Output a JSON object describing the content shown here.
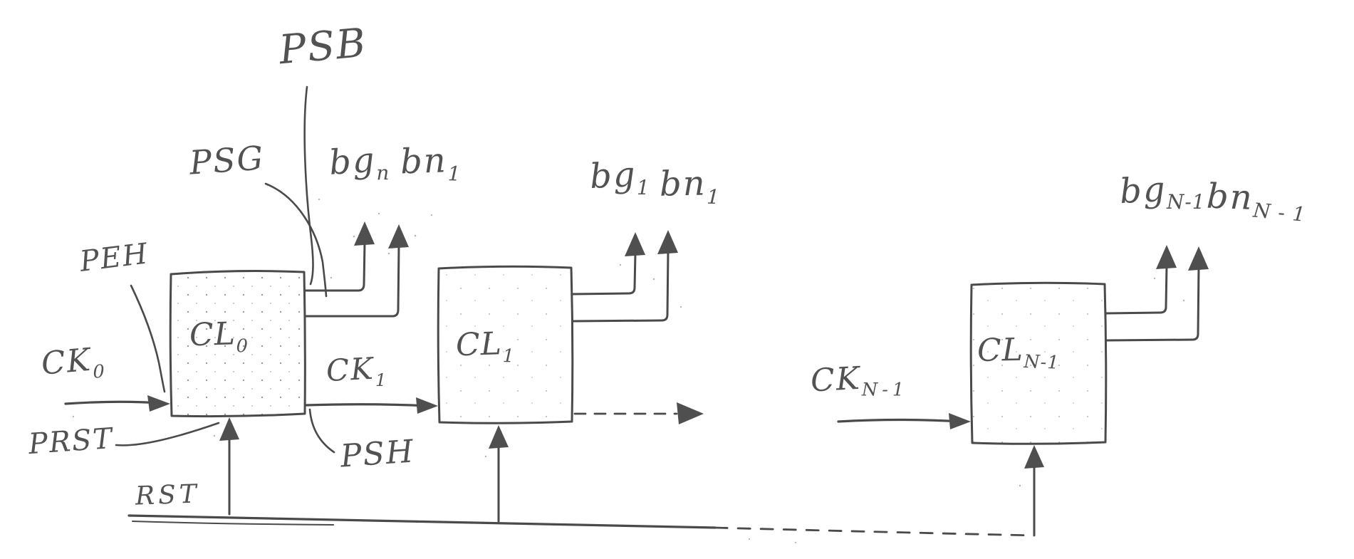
{
  "figure": {
    "style": "hand-drawn pencil block diagram",
    "background": "#ffffff",
    "ink_color": "#4a4a4a",
    "relations": [
      "CK0 arrow into left of block CL0",
      "CK1 arrow from right of CL0 into left of CL1",
      "CK N-1 arrow into left of block CL N-1",
      "each CL block has two upward output arrows (bg, bn pair)",
      "dashed arrow continues right from CL1 toward CL N-1",
      "RST bus runs along bottom (solid then dashed) with upward arrows into the bottom of CL0, CL1 and CL N-1",
      "PSB, PSG, PEH, PRST and PSH leader lines point at CL0 terminals"
    ]
  },
  "labels": {
    "psb": {
      "text": "PSB"
    },
    "psg": {
      "text": "PSG"
    },
    "peh": {
      "text": "PEH"
    },
    "prst": {
      "text": "PRST"
    },
    "rst": {
      "text": "RST"
    },
    "psh": {
      "text": "PSH"
    },
    "ck0": {
      "text": "CK",
      "sub": "0"
    },
    "ck1": {
      "text": "CK",
      "sub": "1"
    },
    "ckn": {
      "text": "CK",
      "sub": "N-1"
    },
    "cl0": {
      "text": "CL",
      "sub": "0"
    },
    "cl1": {
      "text": "CL",
      "sub": "1"
    },
    "cln": {
      "text": "CL",
      "sub": "N-1"
    },
    "bg0": {
      "text": "bg",
      "sub": "n"
    },
    "bn0": {
      "text": "bn",
      "sub": "1"
    },
    "bg1": {
      "text": "bg",
      "sub": "1"
    },
    "bn1": {
      "text": "bn",
      "sub": "1"
    },
    "bgn": {
      "text": "bg",
      "sub": "N-1"
    },
    "bnn": {
      "text": "bn",
      "sub": "N - 1"
    }
  }
}
